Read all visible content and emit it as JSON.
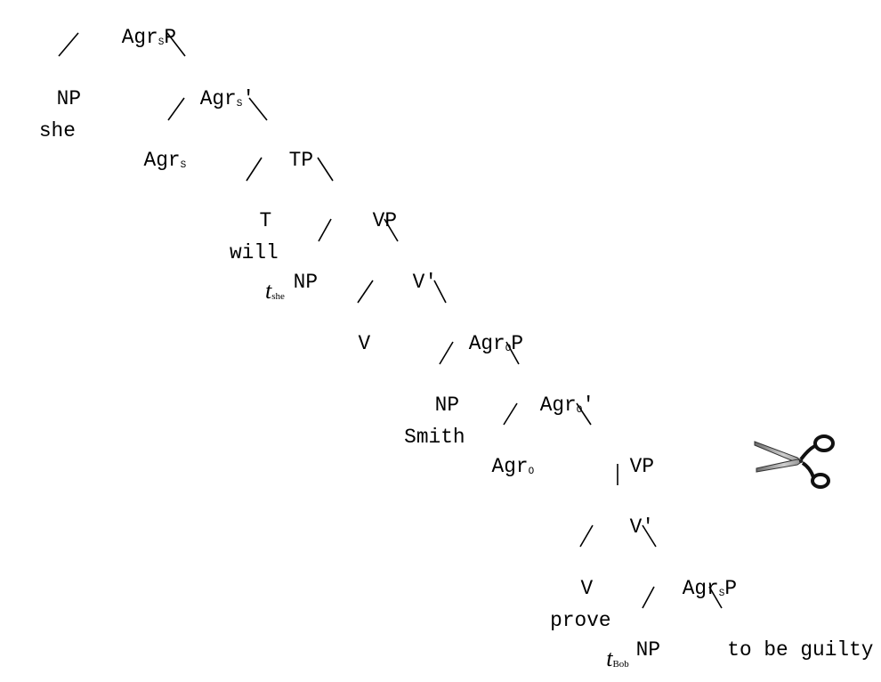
{
  "tree": {
    "root": {
      "label": "Agr",
      "sub": "S",
      "suffix": "P"
    },
    "np_subject": {
      "label": "NP",
      "word": "she"
    },
    "agrs_bar": {
      "label": "Agr",
      "sub": "S",
      "suffix": "'"
    },
    "agrs_head": {
      "label": "Agr",
      "sub": "S"
    },
    "tp": {
      "label": "TP"
    },
    "t": {
      "label": "T",
      "word": "will"
    },
    "vp1": {
      "label": "VP"
    },
    "np_trace_she": {
      "label": "NP",
      "trace": "t",
      "trace_sub": "she"
    },
    "v_bar1": {
      "label": "V'"
    },
    "v_empty": {
      "label": "V"
    },
    "agro_p": {
      "label": "Agr",
      "sub": "O",
      "suffix": "P"
    },
    "np_object": {
      "label": "NP",
      "word": "Smith"
    },
    "agro_bar": {
      "label": "Agr",
      "sub": "O",
      "suffix": "'"
    },
    "agro_head": {
      "label": "Agr",
      "sub": "O"
    },
    "vp2": {
      "label": "VP"
    },
    "v_bar2": {
      "label": "V'"
    },
    "v_prove": {
      "label": "V",
      "word": "prove"
    },
    "agrs_p2": {
      "label": "Agr",
      "sub": "S",
      "suffix": "P"
    },
    "np_trace_bob": {
      "label": "NP",
      "trace": "t",
      "trace_sub": "Bob"
    },
    "complement": {
      "text": "to be guilty"
    }
  },
  "icons": {
    "scissors": "scissors-icon"
  }
}
